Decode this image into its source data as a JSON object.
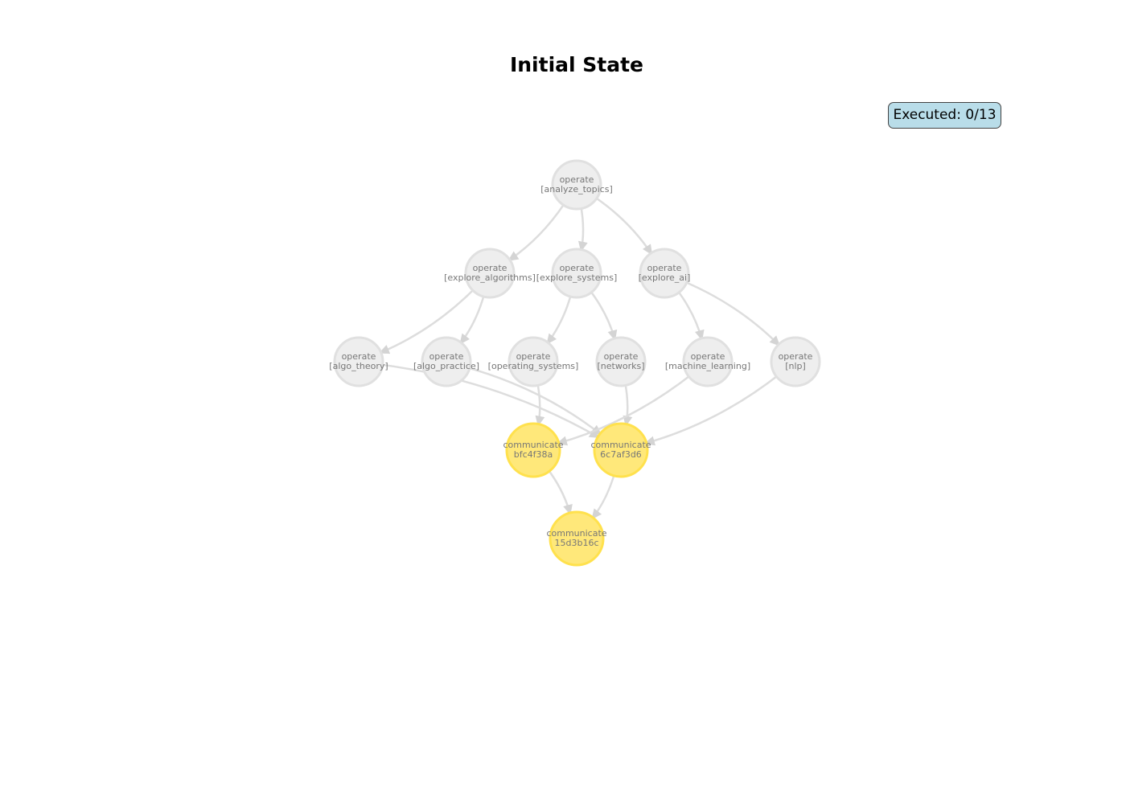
{
  "title": "Initial State",
  "status": {
    "label": "Executed:",
    "executed": 0,
    "total": 13,
    "text": "Executed: 0/13"
  },
  "colors": {
    "pending_fill": "#eeeeee",
    "pending_stroke": "#e0e0e0",
    "communicate_fill": "#ffe87a",
    "communicate_stroke": "#ffe14d",
    "edge": "#dddddd",
    "label": "#777777",
    "status_bg": "#add8e6"
  },
  "nodes": [
    {
      "id": "analyze_topics",
      "kind": "operate",
      "line1": "operate",
      "line2": "[analyze_topics]"
    },
    {
      "id": "explore_algorithms",
      "kind": "operate",
      "line1": "operate",
      "line2": "[explore_algorithms]"
    },
    {
      "id": "explore_systems",
      "kind": "operate",
      "line1": "operate",
      "line2": "[explore_systems]"
    },
    {
      "id": "explore_ai",
      "kind": "operate",
      "line1": "operate",
      "line2": "[explore_ai]"
    },
    {
      "id": "algo_theory",
      "kind": "operate",
      "line1": "operate",
      "line2": "[algo_theory]"
    },
    {
      "id": "algo_practice",
      "kind": "operate",
      "line1": "operate",
      "line2": "[algo_practice]"
    },
    {
      "id": "operating_systems",
      "kind": "operate",
      "line1": "operate",
      "line2": "[operating_systems]"
    },
    {
      "id": "networks",
      "kind": "operate",
      "line1": "operate",
      "line2": "[networks]"
    },
    {
      "id": "machine_learning",
      "kind": "operate",
      "line1": "operate",
      "line2": "[machine_learning]"
    },
    {
      "id": "nlp",
      "kind": "operate",
      "line1": "operate",
      "line2": "[nlp]"
    },
    {
      "id": "bfc4f38a",
      "kind": "communicate",
      "line1": "communicate",
      "line2": "bfc4f38a"
    },
    {
      "id": "6c7af3d6",
      "kind": "communicate",
      "line1": "communicate",
      "line2": "6c7af3d6"
    },
    {
      "id": "15d3b16c",
      "kind": "communicate",
      "line1": "communicate",
      "line2": "15d3b16c"
    }
  ],
  "edges": [
    {
      "from": "analyze_topics",
      "to": "explore_algorithms"
    },
    {
      "from": "analyze_topics",
      "to": "explore_systems"
    },
    {
      "from": "analyze_topics",
      "to": "explore_ai"
    },
    {
      "from": "explore_algorithms",
      "to": "algo_theory"
    },
    {
      "from": "explore_algorithms",
      "to": "algo_practice"
    },
    {
      "from": "explore_systems",
      "to": "operating_systems"
    },
    {
      "from": "explore_systems",
      "to": "networks"
    },
    {
      "from": "explore_ai",
      "to": "machine_learning"
    },
    {
      "from": "explore_ai",
      "to": "nlp"
    },
    {
      "from": "algo_theory",
      "to": "6c7af3d6"
    },
    {
      "from": "algo_practice",
      "to": "6c7af3d6"
    },
    {
      "from": "operating_systems",
      "to": "bfc4f38a"
    },
    {
      "from": "networks",
      "to": "6c7af3d6"
    },
    {
      "from": "machine_learning",
      "to": "bfc4f38a"
    },
    {
      "from": "nlp",
      "to": "6c7af3d6"
    },
    {
      "from": "bfc4f38a",
      "to": "15d3b16c"
    },
    {
      "from": "6c7af3d6",
      "to": "15d3b16c"
    }
  ]
}
